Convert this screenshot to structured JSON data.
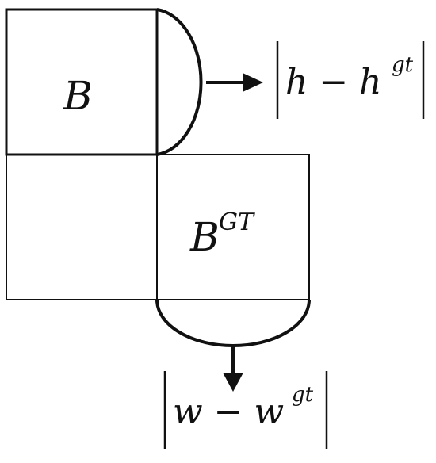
{
  "diagram": {
    "box_b": {
      "label": "B"
    },
    "box_gt": {
      "label": "B",
      "superscript": "GT"
    },
    "height_diff": {
      "main": "h − h",
      "superscript": "gt"
    },
    "width_diff": {
      "main": "w − w",
      "superscript": "gt"
    }
  },
  "colors": {
    "stroke": "#111111",
    "background": "#ffffff"
  }
}
